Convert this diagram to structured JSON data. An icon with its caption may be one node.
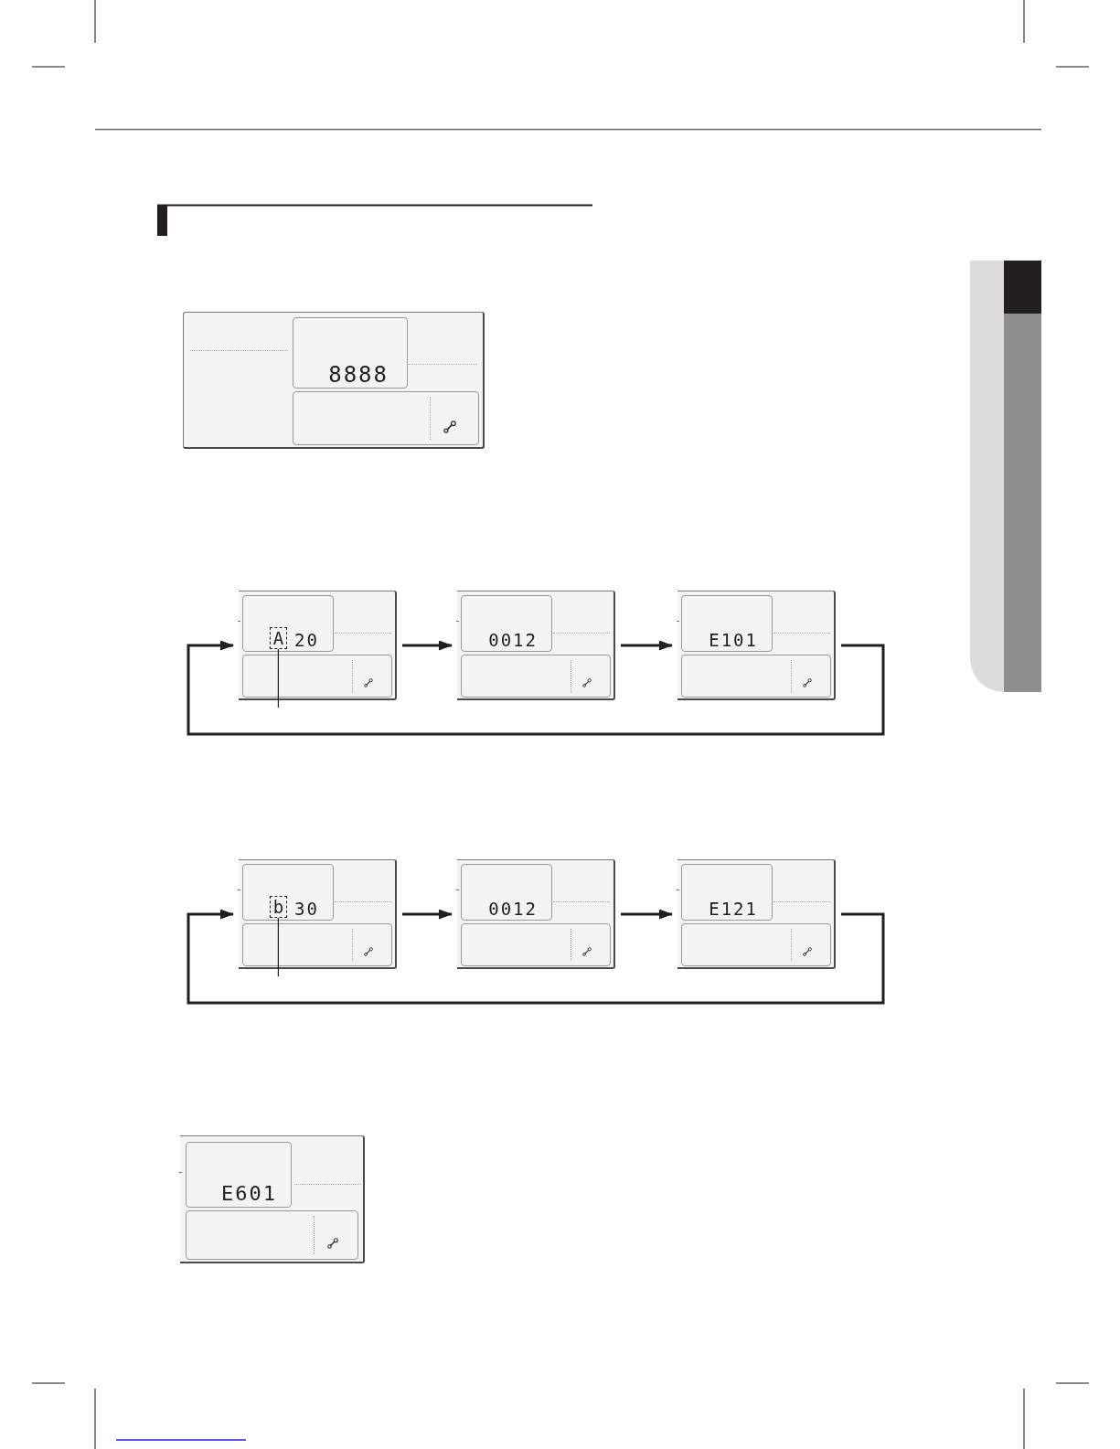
{
  "diagram": {
    "nodes": [
      {
        "text": [
          "8888"
        ]
      },
      {
        "text": [
          "20"
        ]
      },
      {
        "text": [
          "A"
        ],
        "in": 1
      },
      {
        "text": [
          "0012"
        ]
      },
      {
        "text": [
          "E101"
        ]
      },
      {
        "text": [
          "30"
        ]
      },
      {
        "text": [
          "b"
        ],
        "in": 5
      },
      {
        "text": [
          "0012"
        ]
      },
      {
        "text": [
          "E121"
        ]
      },
      {
        "text": [
          "E601"
        ]
      }
    ],
    "edges": [
      {
        "from": 1,
        "to": 3,
        "arrow": "to"
      },
      {
        "from": 3,
        "to": 4,
        "arrow": "to"
      },
      {
        "from": 4,
        "to": 1,
        "arrow": "to"
      },
      {
        "from": 2,
        "to": null,
        "arrow": "none"
      },
      {
        "from": 5,
        "to": 7,
        "arrow": "to"
      },
      {
        "from": 7,
        "to": 8,
        "arrow": "to"
      },
      {
        "from": 8,
        "to": 5,
        "arrow": "to"
      },
      {
        "from": 6,
        "to": null,
        "arrow": "none"
      }
    ]
  }
}
